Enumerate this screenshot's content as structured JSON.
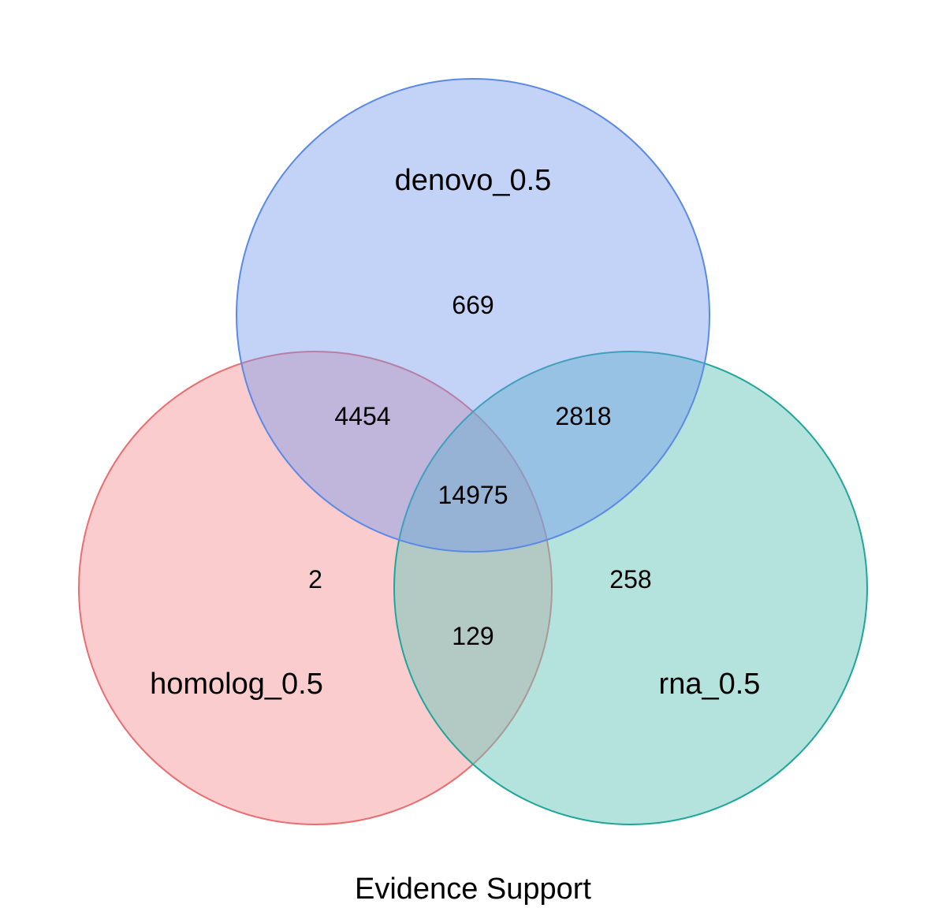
{
  "diagram": {
    "type": "venn3",
    "caption": "Evidence Support",
    "sets": [
      {
        "id": "denovo",
        "name": "denovo_0.5",
        "fill": "#6f97ee",
        "stroke": "#5b8ae6"
      },
      {
        "id": "homolog",
        "name": "homolog_0.5",
        "fill": "#f48f91",
        "stroke": "#ea6e70"
      },
      {
        "id": "rna",
        "name": "rna_0.5",
        "fill": "#69c6bc",
        "stroke": "#1fa69a"
      }
    ],
    "regions": {
      "denovo_only": "669",
      "homolog_only": "2",
      "rna_only": "258",
      "denovo_homolog": "4454",
      "denovo_rna": "2818",
      "homolog_rna": "129",
      "all_three": "14975"
    }
  }
}
